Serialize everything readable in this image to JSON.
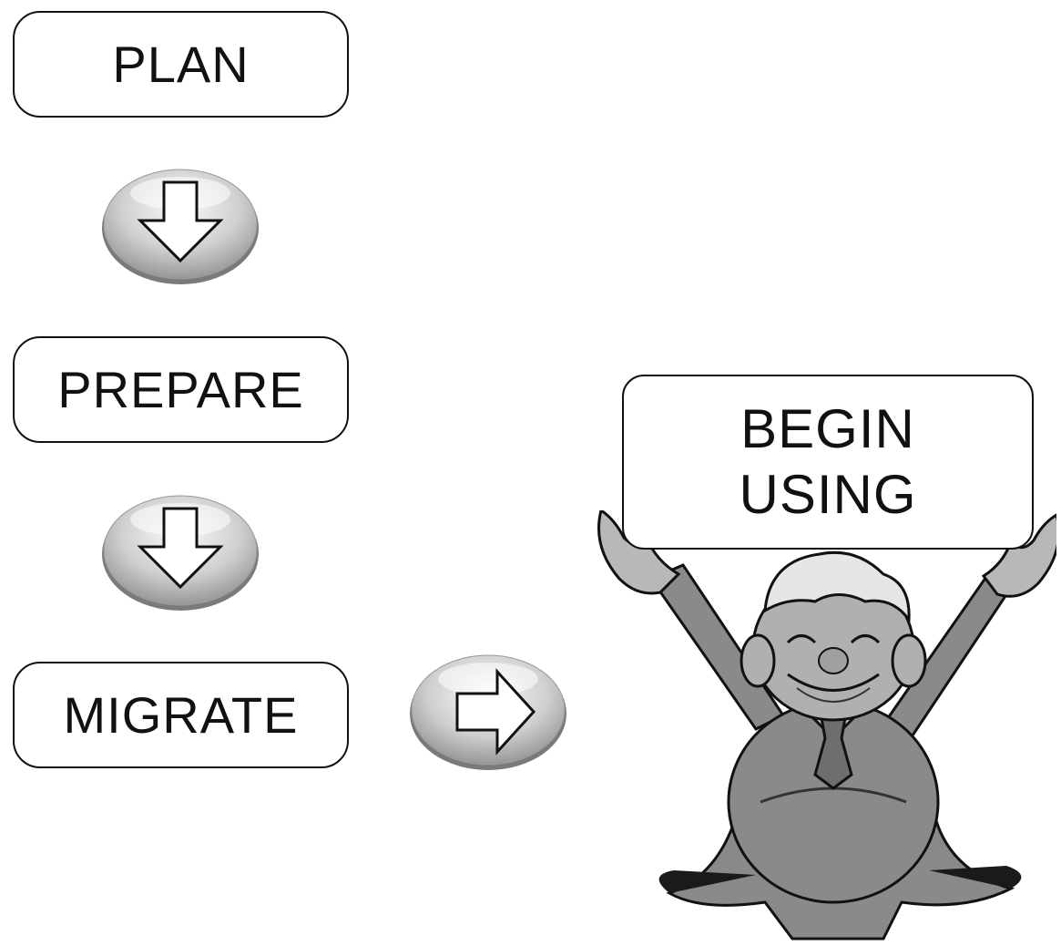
{
  "steps": [
    {
      "label": "PLAN"
    },
    {
      "label": "PREPARE"
    },
    {
      "label": "MIGRATE"
    }
  ],
  "goal": {
    "line1": "BEGIN",
    "line2": "USING"
  },
  "icons": {
    "arrow_down": "arrow-down-icon",
    "arrow_right": "arrow-right-icon",
    "mascot": "celebrating-man-illustration"
  },
  "colors": {
    "outline": "#111111",
    "button_light": "#f2f2f2",
    "button_dark": "#8c8c8c",
    "figure_gray": "#9a9a9a"
  }
}
